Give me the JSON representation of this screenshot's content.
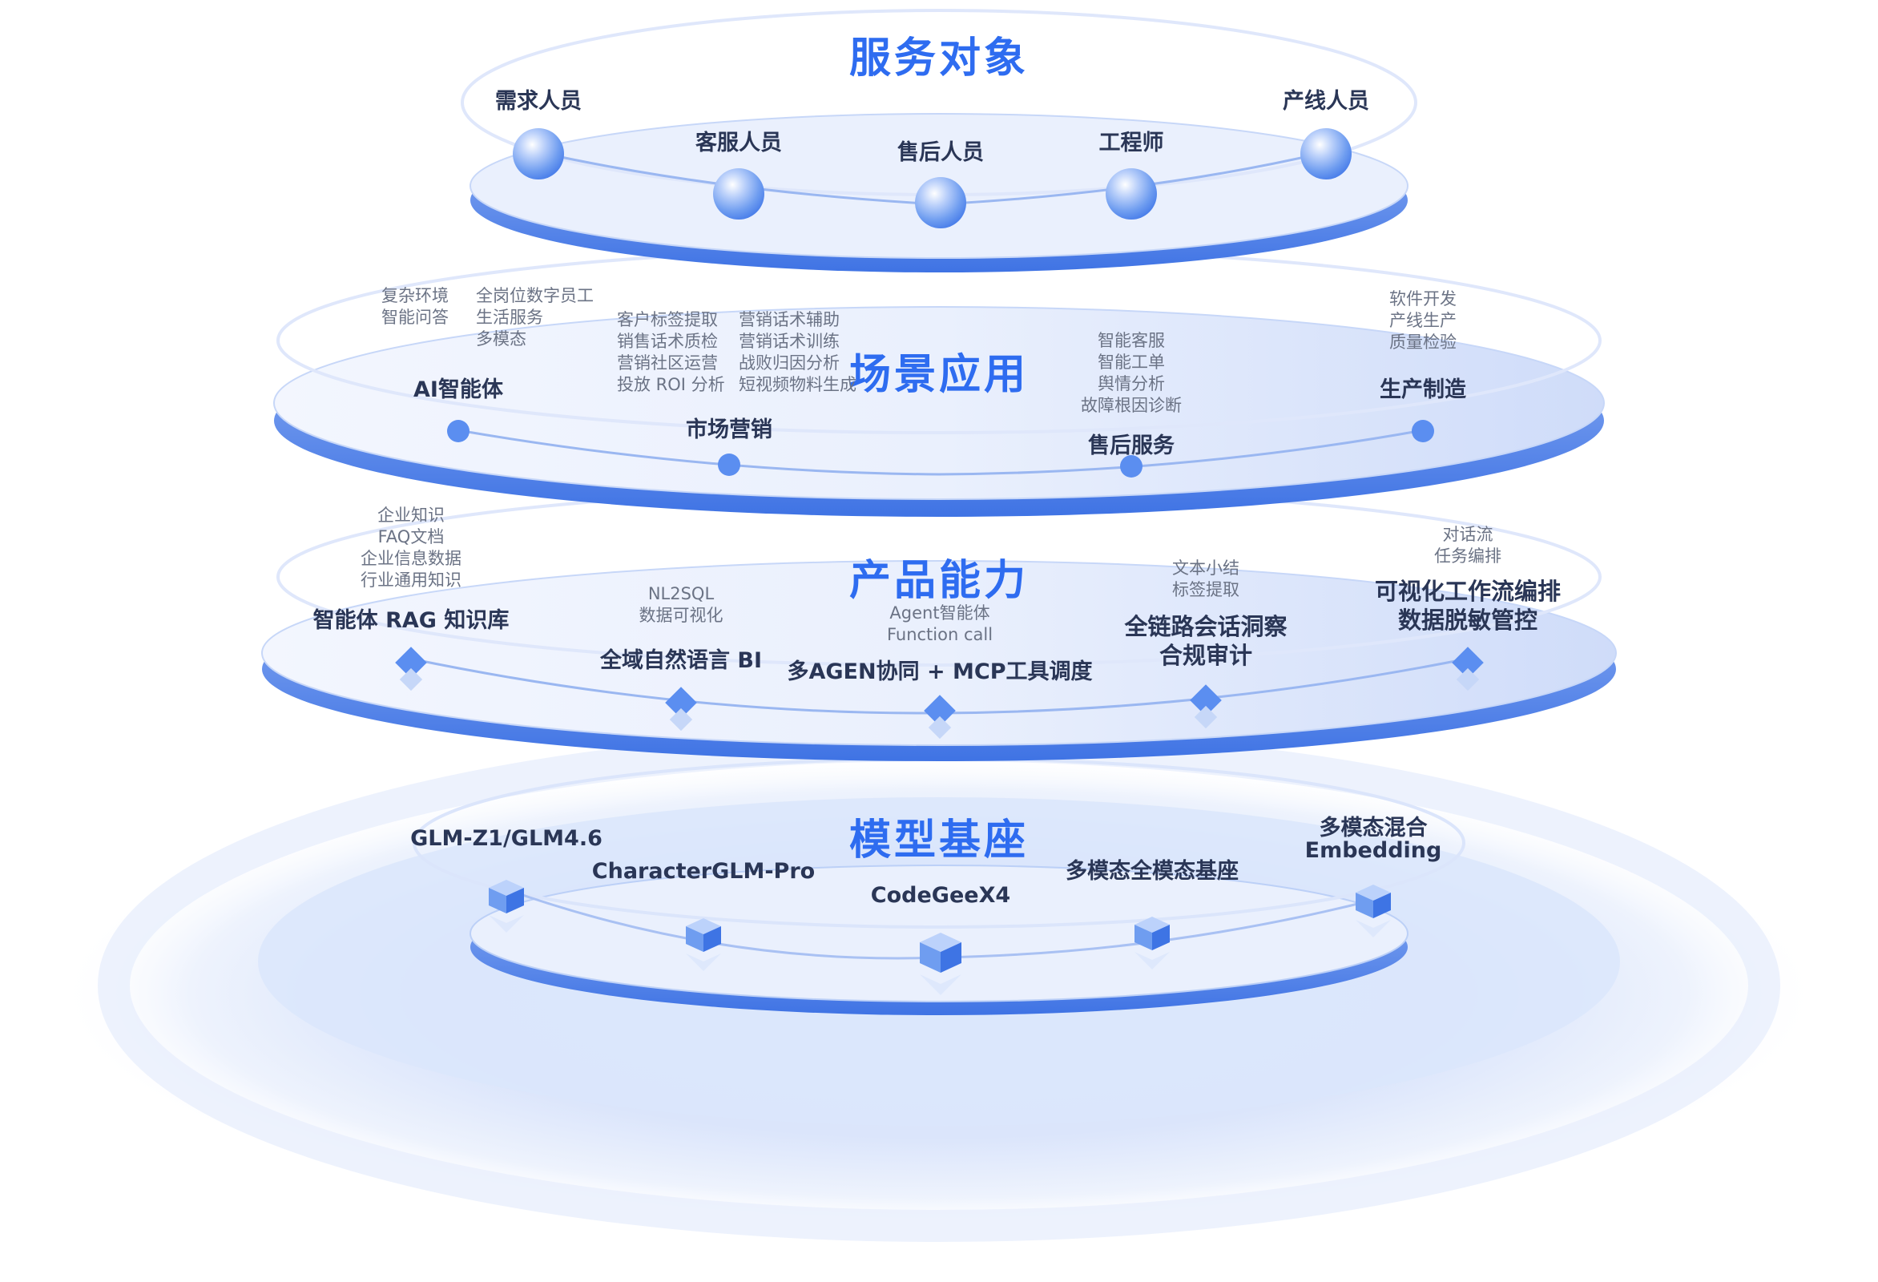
{
  "layers": {
    "service": {
      "title": "服务对象",
      "roles": [
        "需求人员",
        "客服人员",
        "售后人员",
        "工程师",
        "产线人员"
      ]
    },
    "scenario": {
      "title": "场景应用",
      "groups": [
        {
          "name": "AI智能体",
          "col1": [
            "复杂环境",
            "智能问答"
          ],
          "col2": [
            "全岗位数字员工",
            "生活服务",
            "多模态"
          ]
        },
        {
          "name": "市场营销",
          "col1": [
            "客户标签提取",
            "销售话术质检",
            "营销社区运营",
            "投放 ROI 分析"
          ],
          "col2": [
            "营销话术辅助",
            "营销话术训练",
            "战败归因分析",
            "短视频物料生成"
          ]
        },
        {
          "name": "售后服务",
          "items": [
            "智能客服",
            "智能工单",
            "舆情分析",
            "故障根因诊断"
          ]
        },
        {
          "name": "生产制造",
          "items": [
            "软件开发",
            "产线生产",
            "质量检验"
          ]
        }
      ]
    },
    "capability": {
      "title": "产品能力",
      "groups": [
        {
          "name": "智能体 RAG 知识库",
          "items": [
            "企业知识",
            "FAQ文档",
            "企业信息数据",
            "行业通用知识"
          ]
        },
        {
          "name": "全域自然语言 BI",
          "items": [
            "NL2SQL",
            "数据可视化"
          ]
        },
        {
          "name": "多AGEN协同 + MCP工具调度",
          "items": [
            "Agent智能体",
            "Function call"
          ]
        },
        {
          "name_lines": [
            "全链路会话洞察",
            "合规审计"
          ],
          "items": [
            "文本小结",
            "标签提取"
          ]
        },
        {
          "name_lines": [
            "可视化工作流编排",
            "数据脱敏管控"
          ],
          "items": [
            "对话流",
            "任务编排"
          ]
        }
      ]
    },
    "foundation": {
      "title": "模型基座",
      "models": [
        {
          "lines": [
            "GLM-Z1/GLM4.6"
          ]
        },
        {
          "lines": [
            "CharacterGLM-Pro"
          ]
        },
        {
          "lines": [
            "CodeGeeX4"
          ]
        },
        {
          "lines": [
            "多模态全模态基座"
          ]
        },
        {
          "lines": [
            "多模态混合",
            "Embedding"
          ]
        }
      ]
    }
  },
  "colors": {
    "accent": "#2e6cf0",
    "disc_edge": "#4f86ec",
    "node": "#5b8ef0",
    "text": "#2a3656",
    "subtext": "#6b7385"
  }
}
